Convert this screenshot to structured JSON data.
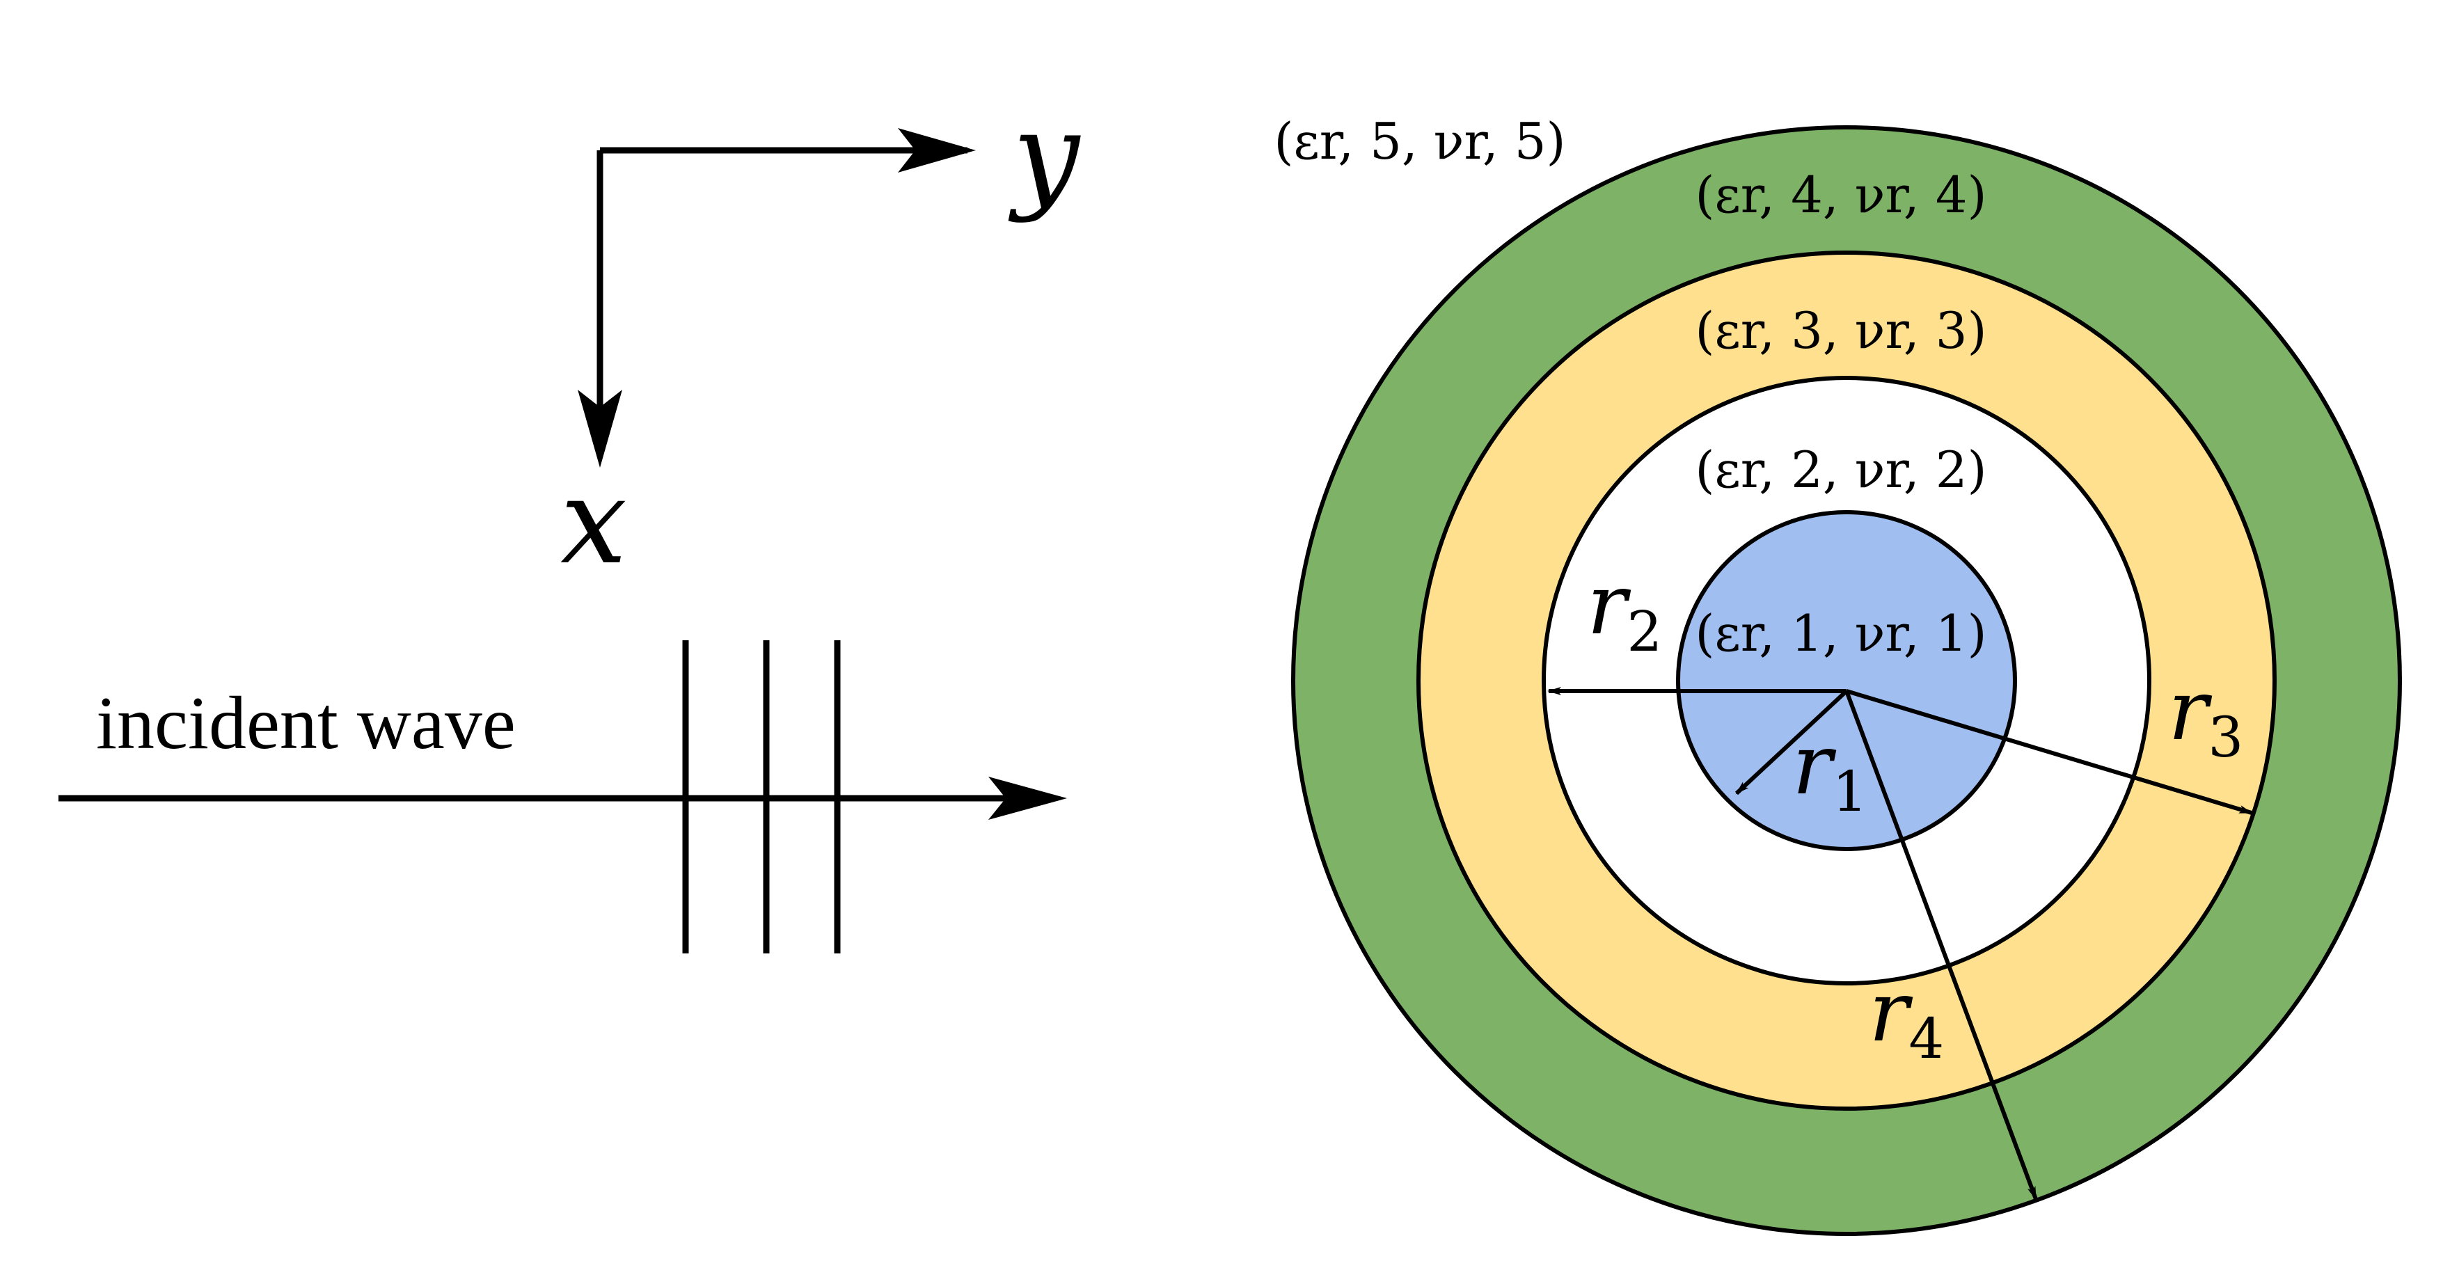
{
  "axes": {
    "x_label": "x",
    "y_label": "y"
  },
  "incident": {
    "label": "incident wave"
  },
  "layers": [
    {
      "id": 1,
      "label": "(εr, 1, νr, 1)",
      "color": "#a0bff0"
    },
    {
      "id": 2,
      "label": "(εr, 2, νr, 2)",
      "color": "#ffffff"
    },
    {
      "id": 3,
      "label": "(εr, 3, νr, 3)",
      "color": "#ffe08f"
    },
    {
      "id": 4,
      "label": "(εr, 4, νr, 4)",
      "color": "#7db267"
    },
    {
      "id": 5,
      "label": "(εr, 5, νr, 5)",
      "color": "#ffffff"
    }
  ],
  "radii": [
    {
      "symbol": "r",
      "sub": "1"
    },
    {
      "symbol": "r",
      "sub": "2"
    },
    {
      "symbol": "r",
      "sub": "3"
    },
    {
      "symbol": "r",
      "sub": "4"
    }
  ]
}
